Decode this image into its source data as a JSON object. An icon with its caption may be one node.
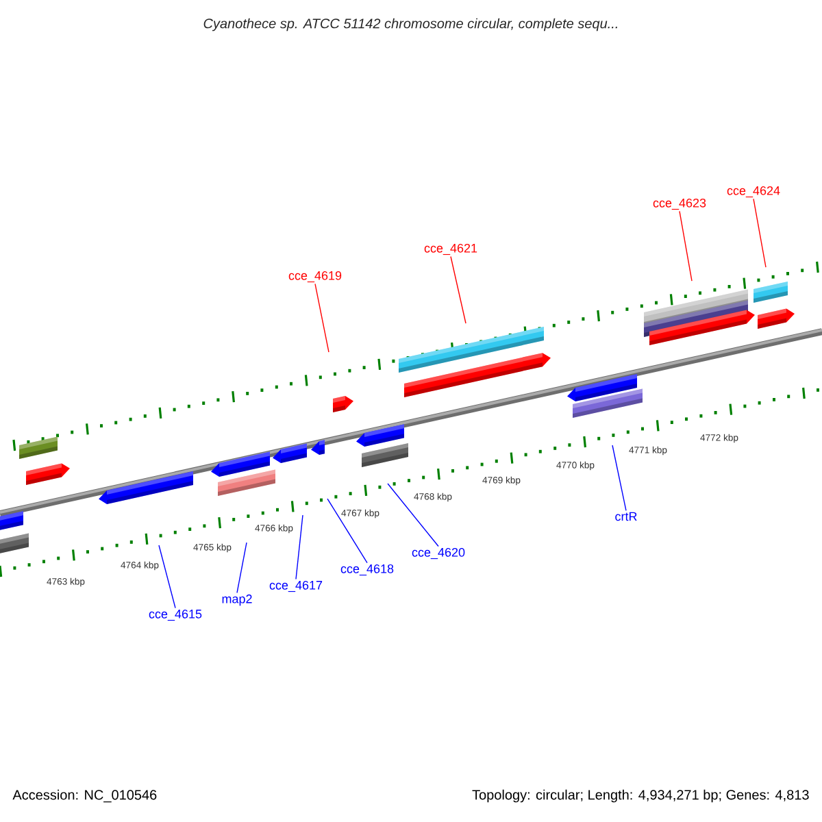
{
  "diagram": {
    "title": "Cyanothece sp. ATCC 51142 chromosome circular, complete sequ...",
    "nodes": [
      {
        "text": [
          "cce_4619"
        ]
      },
      {
        "text": [
          "cce_4621"
        ]
      },
      {
        "text": [
          "cce_4623"
        ]
      },
      {
        "text": [
          "cce_4624"
        ]
      },
      {
        "text": [
          "cce_4615"
        ]
      },
      {
        "text": [
          "map2"
        ]
      },
      {
        "text": [
          "cce_4617"
        ]
      },
      {
        "text": [
          "cce_4618"
        ]
      },
      {
        "text": [
          "cce_4620"
        ]
      },
      {
        "text": [
          "crtR"
        ]
      }
    ],
    "edges": [
      {
        "from": 0,
        "to": null,
        "arrow": "none",
        "color": "#ff0000"
      },
      {
        "from": 1,
        "to": null,
        "arrow": "none",
        "color": "#ff0000"
      },
      {
        "from": 2,
        "to": null,
        "arrow": "none",
        "color": "#ff0000"
      },
      {
        "from": 3,
        "to": null,
        "arrow": "none",
        "color": "#ff0000"
      },
      {
        "from": 4,
        "to": null,
        "arrow": "none"
      },
      {
        "from": 5,
        "to": null,
        "arrow": "none"
      },
      {
        "from": 6,
        "to": null,
        "arrow": "none"
      },
      {
        "from": 7,
        "to": null,
        "arrow": "none"
      },
      {
        "from": 8,
        "to": null,
        "arrow": "none"
      },
      {
        "from": 9,
        "to": null,
        "arrow": "none"
      }
    ],
    "labels": [
      "4763 kbp",
      "4764 kbp",
      "4765 kbp",
      "4766 kbp",
      "4767 kbp",
      "4768 kbp",
      "4769 kbp",
      "4770 kbp",
      "4771 kbp",
      "4772 kbp",
      "Accession: NC_010546",
      "Topology: circular; Length: 4,934,271 bp; Genes: 4,813"
    ]
  }
}
